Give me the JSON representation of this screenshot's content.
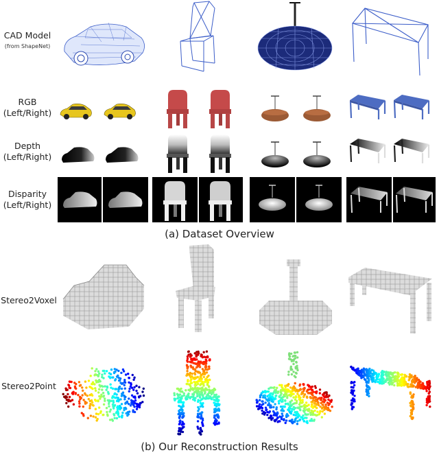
{
  "rows": {
    "cad": {
      "label": "CAD Model",
      "sub": "(from ShapeNet)"
    },
    "rgb": {
      "label1": "RGB",
      "label2": "(Left/Right)"
    },
    "depth": {
      "label1": "Depth",
      "label2": "(Left/Right)"
    },
    "disp": {
      "label1": "Disparity",
      "label2": "(Left/Right)"
    },
    "voxel": {
      "label": "Stereo2Voxel"
    },
    "point": {
      "label": "Stereo2Point"
    }
  },
  "captions": {
    "a": "(a) Dataset Overview",
    "b": "(b) Our Reconstruction Results"
  },
  "objects": [
    "car",
    "chair",
    "lamp",
    "table"
  ],
  "colors": {
    "wire": "#3a5cc8",
    "car_rgb": "#e7c61e",
    "chair_rgb": "#c54a4a",
    "lamp_rgb": "#9b5a35",
    "table_rgb": "#4d6cc2",
    "voxel": "#d9d9d9"
  }
}
